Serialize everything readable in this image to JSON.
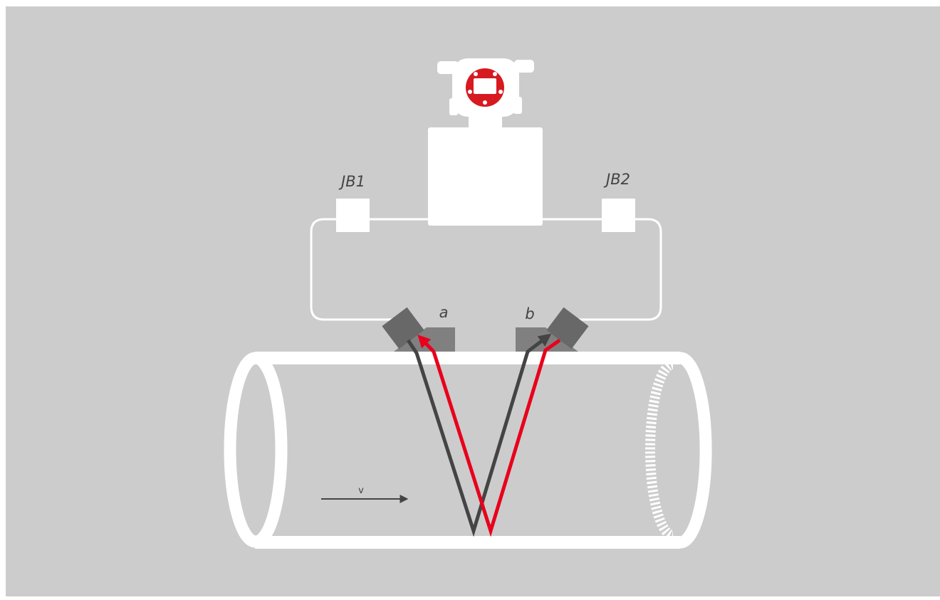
{
  "labels": {
    "jb1": "JB1",
    "jb2": "JB2",
    "transducer_a": "a",
    "transducer_b": "b",
    "velocity": "v"
  },
  "colors": {
    "background": "#cccccc",
    "outline": "#ffffff",
    "transducer": "#686868",
    "wedge": "#808080",
    "path_red": "#e8001c",
    "path_dark": "#444444",
    "display_red": "#d71920"
  },
  "icons": [
    "transmitter-icon",
    "junction-box-icon",
    "transducer-icon",
    "arrow-icon"
  ]
}
